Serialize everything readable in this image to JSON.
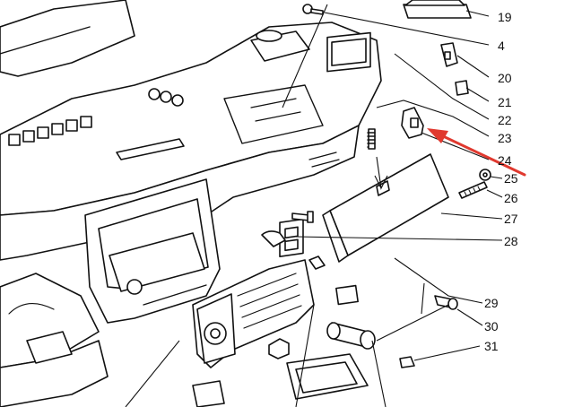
{
  "callouts": [
    {
      "id": "19",
      "text": "19"
    },
    {
      "id": "4",
      "text": "4"
    },
    {
      "id": "20",
      "text": "20"
    },
    {
      "id": "21",
      "text": "21"
    },
    {
      "id": "22",
      "text": "22"
    },
    {
      "id": "23",
      "text": "23"
    },
    {
      "id": "24",
      "text": "24"
    },
    {
      "id": "25",
      "text": "25"
    },
    {
      "id": "26",
      "text": "26"
    },
    {
      "id": "27",
      "text": "27"
    },
    {
      "id": "28",
      "text": "28"
    },
    {
      "id": "29",
      "text": "29"
    },
    {
      "id": "30",
      "text": "30"
    },
    {
      "id": "31",
      "text": "31"
    }
  ],
  "colors": {
    "ink": "#111111",
    "paper": "#ffffff",
    "arrow": "#e0392f"
  }
}
